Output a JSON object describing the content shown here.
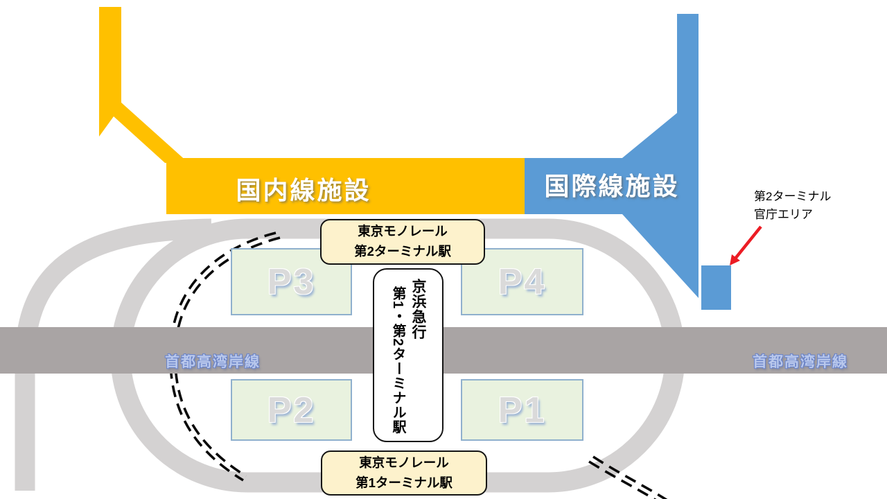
{
  "diagram_title": "Airport terminal area schematic map",
  "facilities": {
    "domestic_label": "国内線施設",
    "international_label": "国際線施設"
  },
  "stations": {
    "monorail_t2": {
      "line1": "東京モノレール",
      "line2": "第2ターミナル駅"
    },
    "monorail_t1": {
      "line1": "東京モノレール",
      "line2": "第1ターミナル駅"
    },
    "keikyu": {
      "name": "京浜急行",
      "station": "第1・第2ターミナル駅"
    }
  },
  "parking": {
    "p1": "P1",
    "p2": "P2",
    "p3": "P3",
    "p4": "P4"
  },
  "expressway": {
    "left_label": "首都高湾岸線",
    "right_label": "首都高湾岸線"
  },
  "annotation": {
    "line1": "第2ターミナル",
    "line2": "官庁エリア"
  },
  "colors": {
    "domestic_yellow": "#FFC000",
    "international_blue": "#5B9BD5",
    "road_gray": "#D4D2D2",
    "expressway_gray": "#A9A4A4",
    "parking_fill": "#E9F2DF",
    "parking_border": "#8FB0CD",
    "station_box_fill": "#FDF2CC",
    "arrow_red": "#EC1C24",
    "expressway_text": "#B9C8EC"
  }
}
